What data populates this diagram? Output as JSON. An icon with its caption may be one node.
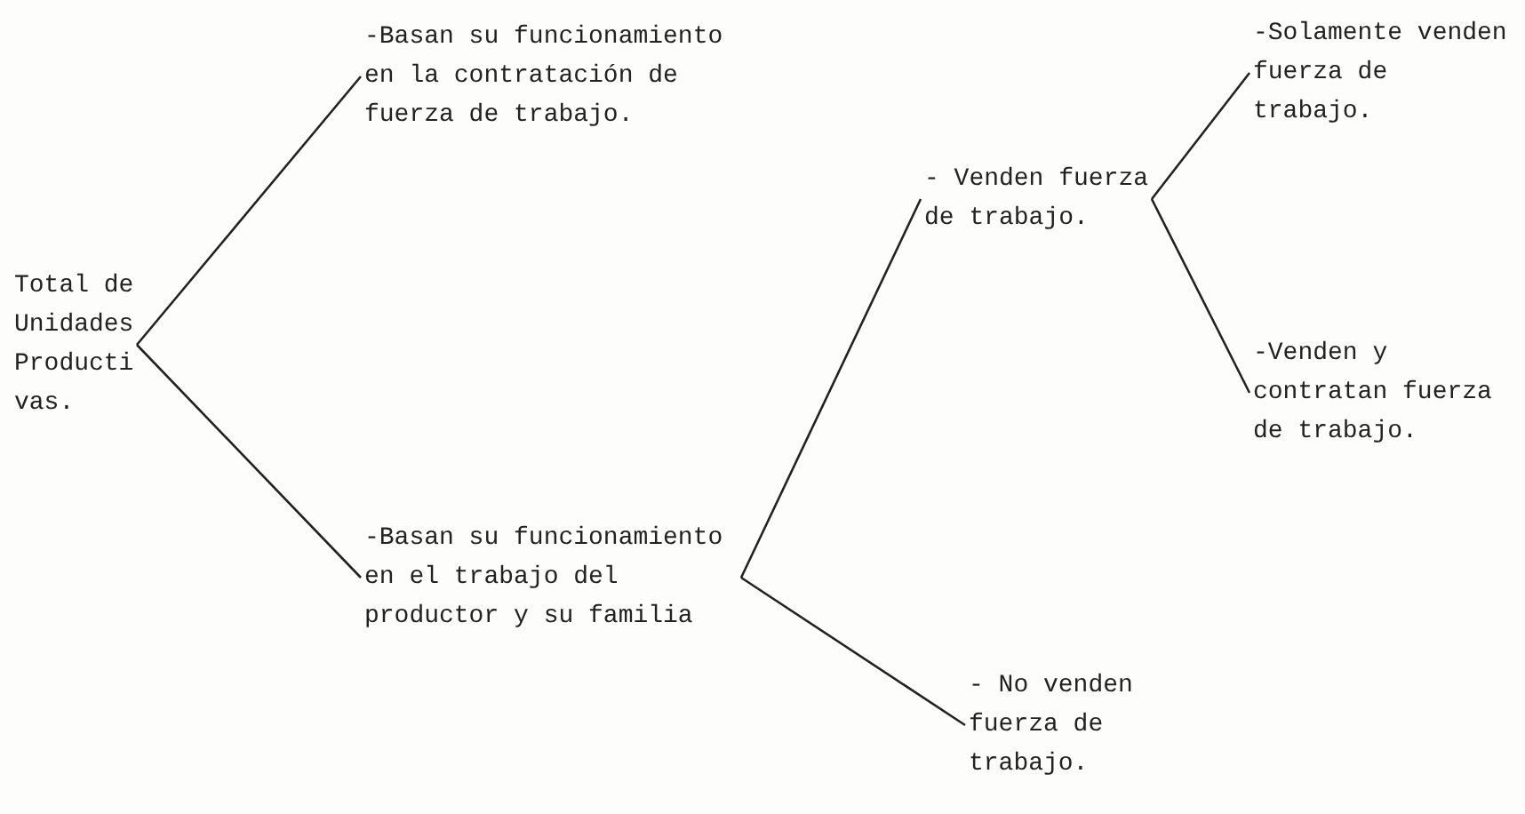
{
  "diagram": {
    "nodes": [
      {
        "text": [
          "Total de Unidades Productivas."
        ]
      },
      {
        "text": [
          "-Basan su funcionamiento en la contratación de fuerza de trabajo."
        ]
      },
      {
        "text": [
          "-Basan su funcionamiento en el trabajo del productor y su familia"
        ]
      },
      {
        "text": [
          "- Venden fuerza de trabajo."
        ]
      },
      {
        "text": [
          "- No venden fuerza de trabajo."
        ]
      },
      {
        "text": [
          "-Solamente venden fuerza de trabajo."
        ]
      },
      {
        "text": [
          "-Venden y contratan fuerza de trabajo."
        ]
      }
    ],
    "edges": [
      {
        "from": 0,
        "to": 1,
        "arrow": "none"
      },
      {
        "from": 0,
        "to": 2,
        "arrow": "none"
      },
      {
        "from": 2,
        "to": 3,
        "arrow": "none"
      },
      {
        "from": 2,
        "to": 4,
        "arrow": "none"
      },
      {
        "from": 3,
        "to": 5,
        "arrow": "none"
      },
      {
        "from": 3,
        "to": 6,
        "arrow": "none"
      }
    ]
  }
}
